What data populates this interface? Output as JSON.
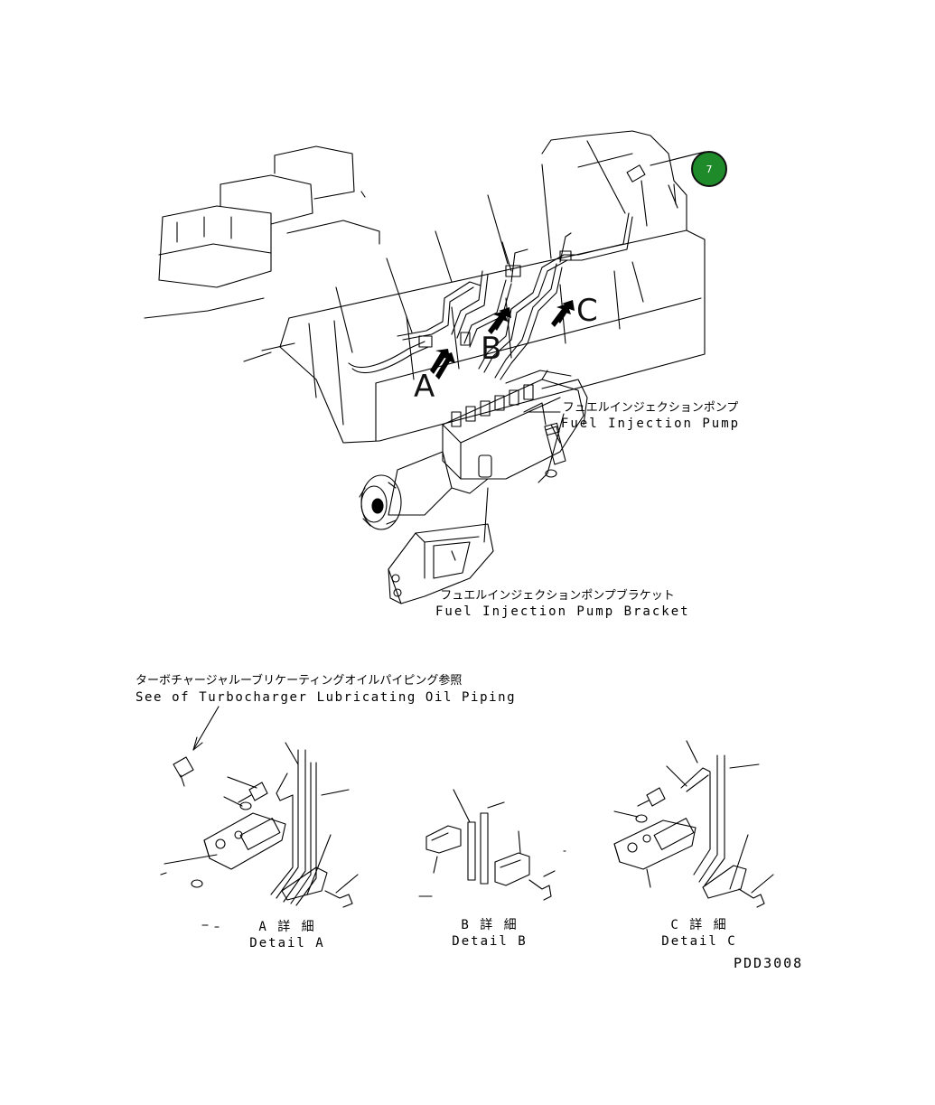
{
  "callout": {
    "number": "7",
    "color": "#1f8a2a"
  },
  "main_view": {
    "section_markers": [
      "A",
      "B",
      "C"
    ],
    "labels": {
      "pump_jp": "フュエルインジェクションポンプ",
      "pump_en": "Fuel Injection Pump",
      "bracket_jp": "フュエルインジェクションポンプブラケット",
      "bracket_en": "Fuel Injection Pump Bracket"
    }
  },
  "reference_note": {
    "jp": "ターボチャージャルーブリケーティングオイルパイピング参照",
    "en": "See of Turbocharger Lubricating Oil Piping"
  },
  "details": [
    {
      "title_jp": "A 詳 細",
      "title_en": "Detail A"
    },
    {
      "title_jp": "B 詳 細",
      "title_en": "Detail B"
    },
    {
      "title_jp": "C 詳 細",
      "title_en": "Detail C"
    }
  ],
  "drawing_code": "PDD3008"
}
